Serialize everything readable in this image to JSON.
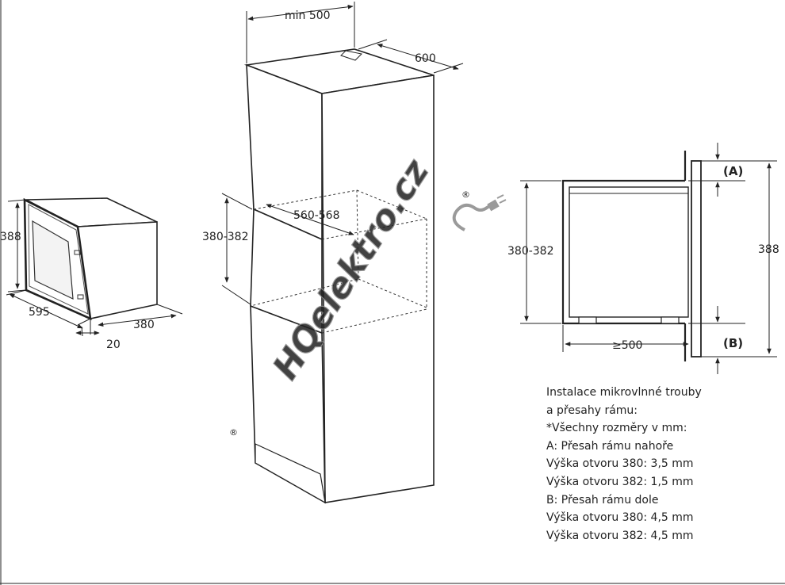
{
  "colors": {
    "line": "#222222",
    "watermark_red": "#e03a3a",
    "watermark_grey": "#9a9a9a",
    "background": "#ffffff"
  },
  "microwave": {
    "height": "388",
    "width": "595",
    "depth": "380",
    "frame": "20"
  },
  "cabinet": {
    "top_width": "min 500",
    "depth": "600",
    "inner_width": "560-568",
    "opening_height": "380-382"
  },
  "section": {
    "opening_height": "380-382",
    "total_height": "388",
    "depth_min": "≥500",
    "label_a": "(A)",
    "label_b": "(B)"
  },
  "watermark": {
    "text": "HQelektro.cz",
    "registered": "®"
  },
  "notes": {
    "lines": [
      "Instalace mikrovlnné trouby",
      "a přesahy rámu:",
      "*Všechny rozměry v mm:",
      "A: Přesah rámu nahoře",
      "Výška otvoru 380: 3,5 mm",
      "Výška otvoru 382: 1,5 mm",
      "B: Přesah rámu dole",
      "Výška otvoru 380: 4,5 mm",
      "Výška otvoru 382: 4,5 mm"
    ]
  }
}
